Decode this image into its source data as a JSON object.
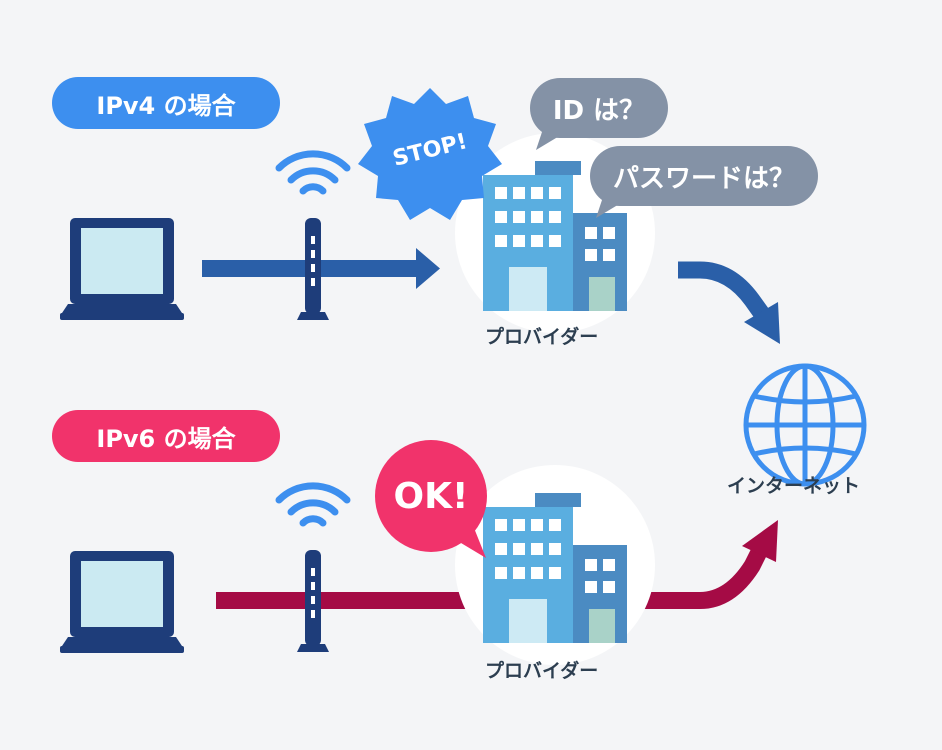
{
  "ipv4": {
    "label": "IPv4 の場合",
    "stop": "STOP!",
    "bubble_id": "ID は？",
    "bubble_password": "パスワードは？",
    "provider": "プロバイダー"
  },
  "ipv6": {
    "label": "IPv6 の場合",
    "ok": "OK!",
    "provider": "プロバイダー"
  },
  "internet": {
    "label": "インターネット"
  },
  "colors": {
    "ipv4_accent": "#3d8fef",
    "ipv6_accent": "#f1336b",
    "ipv4_line": "#2a5fa8",
    "ipv6_line": "#a50b45",
    "device": "#1e3d7a",
    "bubble_gray": "#8492a6"
  }
}
